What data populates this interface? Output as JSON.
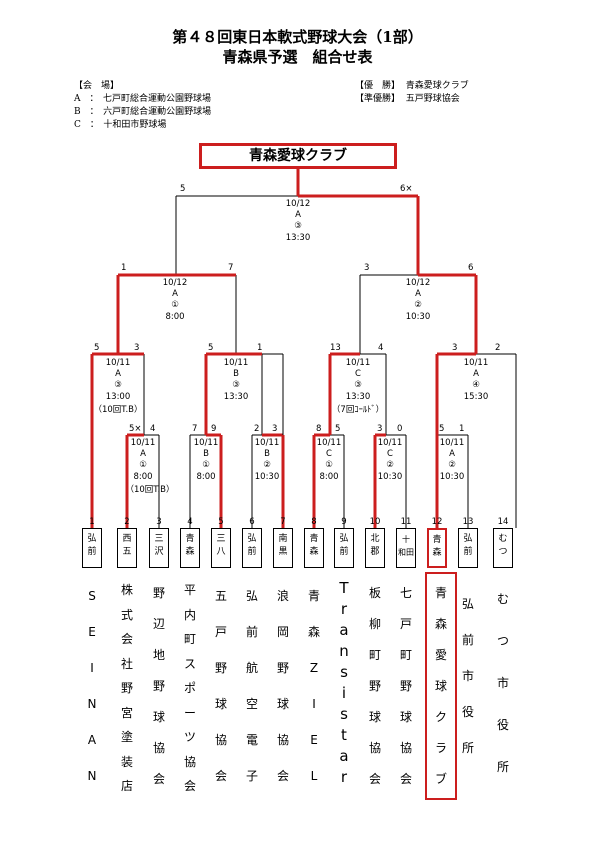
{
  "title": {
    "line1": "第４８回東日本軟式野球大会（1部）",
    "line2": "青森県予選　組合せ表"
  },
  "venues": {
    "heading": "【会　場】",
    "items": [
      "A　：　七戸町総合運動公園野球場",
      "B　：　六戸町総合運動公園野球場",
      "C　：　十和田市野球場"
    ]
  },
  "results": {
    "winner_label": "【優　勝】",
    "winner": "青森愛球クラブ",
    "runnerup_label": "【準優勝】",
    "runnerup": "五戸野球協会"
  },
  "champion": "青森愛球クラブ",
  "colors": {
    "win_line": "#cc1e1e",
    "line": "#000000"
  },
  "matches": [
    {
      "id": "final",
      "date": "10/12",
      "venue": "A",
      "num": "③",
      "time": "13:30",
      "score_left": "5",
      "score_right": "6×"
    },
    {
      "id": "sf1",
      "date": "10/12",
      "venue": "A",
      "num": "①",
      "time": "8:00",
      "score_left": "1",
      "score_right": "7"
    },
    {
      "id": "sf2",
      "date": "10/12",
      "venue": "A",
      "num": "②",
      "time": "10:30",
      "score_left": "3",
      "score_right": "6"
    },
    {
      "id": "qf1",
      "date": "10/11",
      "venue": "A",
      "num": "③",
      "time": "13:00",
      "note": "（10回T.B）",
      "score_left": "5",
      "score_right": "3"
    },
    {
      "id": "qf2",
      "date": "10/11",
      "venue": "B",
      "num": "③",
      "time": "13:30",
      "score_left": "5",
      "score_right": "1"
    },
    {
      "id": "qf3",
      "date": "10/11",
      "venue": "C",
      "num": "③",
      "time": "13:30",
      "note": "（7回ｺｰﾙﾄﾞ）",
      "score_left": "13",
      "score_right": "4"
    },
    {
      "id": "qf4",
      "date": "10/11",
      "venue": "A",
      "num": "④",
      "time": "15:30",
      "score_left": "3",
      "score_right": "2"
    },
    {
      "id": "r1a",
      "date": "10/11",
      "venue": "A",
      "num": "①",
      "time": "8:00",
      "note": "（10回T.B）",
      "score_left": "5×",
      "score_right": "4"
    },
    {
      "id": "r1b",
      "date": "10/11",
      "venue": "B",
      "num": "①",
      "time": "8:00",
      "score_left": "7",
      "score_right": "9"
    },
    {
      "id": "r1c",
      "date": "10/11",
      "venue": "B",
      "num": "②",
      "time": "10:30",
      "score_left": "2",
      "score_right": "3"
    },
    {
      "id": "r1d",
      "date": "10/11",
      "venue": "C",
      "num": "①",
      "time": "8:00",
      "score_left": "8",
      "score_right": "5"
    },
    {
      "id": "r1e",
      "date": "10/11",
      "venue": "C",
      "num": "②",
      "time": "10:30",
      "score_left": "3",
      "score_right": "0"
    },
    {
      "id": "r1f",
      "date": "10/11",
      "venue": "A",
      "num": "②",
      "time": "10:30",
      "score_left": "5",
      "score_right": "1"
    }
  ],
  "teams": [
    {
      "no": "1",
      "short": [
        "弘",
        "前"
      ],
      "full": [
        "S",
        "E",
        "I",
        "N",
        "A",
        "N"
      ]
    },
    {
      "no": "2",
      "short": [
        "西",
        "五"
      ],
      "full": [
        "株",
        "式",
        "会",
        "社",
        "野",
        "宮",
        "塗",
        "装",
        "店"
      ]
    },
    {
      "no": "3",
      "short": [
        "三",
        "沢"
      ],
      "full": [
        "野",
        "辺",
        "地",
        "野",
        "球",
        "協",
        "会"
      ]
    },
    {
      "no": "4",
      "short": [
        "青",
        "森"
      ],
      "full": [
        "平",
        "内",
        "町",
        "ス",
        "ポ",
        "ー",
        "ツ",
        "協",
        "会"
      ]
    },
    {
      "no": "5",
      "short": [
        "三",
        "八"
      ],
      "full": [
        "五",
        "戸",
        "野",
        "球",
        "協",
        "会"
      ]
    },
    {
      "no": "6",
      "short": [
        "弘",
        "前"
      ],
      "full": [
        "弘",
        "前",
        "航",
        "空",
        "電",
        "子"
      ]
    },
    {
      "no": "7",
      "short": [
        "南",
        "黒"
      ],
      "full": [
        "浪",
        "岡",
        "野",
        "球",
        "協",
        "会"
      ]
    },
    {
      "no": "8",
      "short": [
        "青",
        "森"
      ],
      "full": [
        "青",
        "森",
        "Z",
        "I",
        "E",
        "L"
      ]
    },
    {
      "no": "9",
      "short": [
        "弘",
        "前"
      ],
      "full": [
        "T",
        "r",
        "a",
        "n",
        "s",
        "i",
        "s",
        "t",
        "a",
        "r"
      ]
    },
    {
      "no": "10",
      "short": [
        "北",
        "郡"
      ],
      "full": [
        "板",
        "柳",
        "町",
        "野",
        "球",
        "協",
        "会"
      ]
    },
    {
      "no": "11",
      "short": [
        "十",
        "和田"
      ],
      "full": [
        "七",
        "戸",
        "町",
        "野",
        "球",
        "協",
        "会"
      ]
    },
    {
      "no": "12",
      "short": [
        "青",
        "森"
      ],
      "full": [
        "青",
        "森",
        "愛",
        "球",
        "ク",
        "ラ",
        "ブ"
      ]
    },
    {
      "no": "13",
      "short": [
        "弘",
        "前"
      ],
      "full": [
        "弘",
        "前",
        "市",
        "役",
        "所"
      ]
    },
    {
      "no": "14",
      "short": [
        "む",
        "つ"
      ],
      "full": [
        "む",
        "つ",
        "市",
        "役",
        "所"
      ]
    }
  ]
}
